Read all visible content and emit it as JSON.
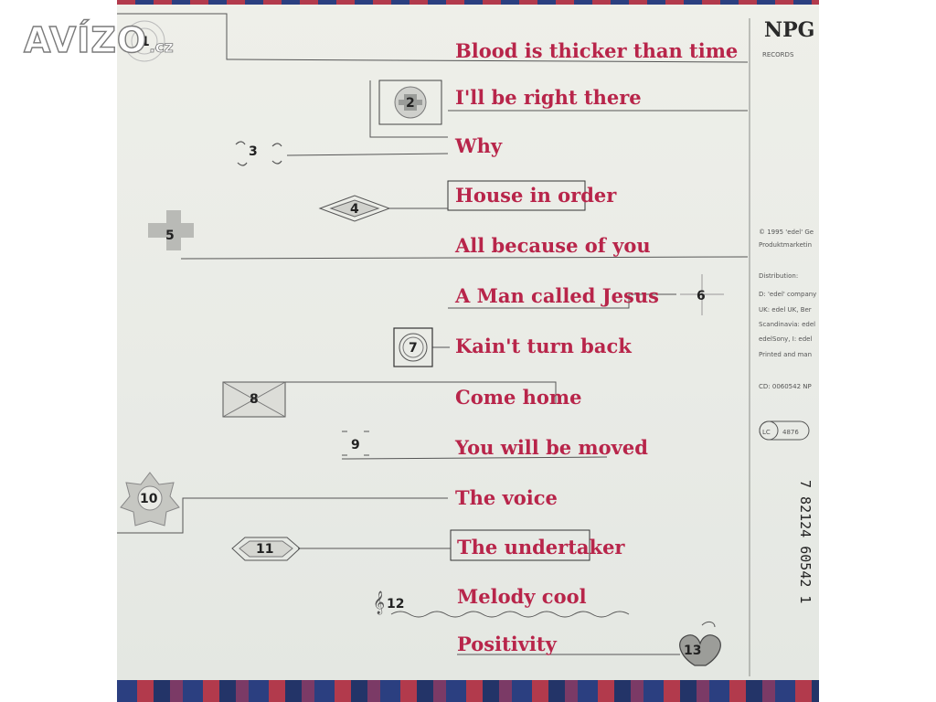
{
  "watermark": {
    "text": "AVÍZO",
    "tld": ".cz"
  },
  "label": {
    "logo": "NPG",
    "records": "RECORDS"
  },
  "tracks": [
    {
      "number": "1",
      "title": "Blood is thicker than time"
    },
    {
      "number": "2",
      "title": "I'll be right there"
    },
    {
      "number": "3",
      "title": "Why"
    },
    {
      "number": "4",
      "title": "House in order"
    },
    {
      "number": "5",
      "title": "All because of you"
    },
    {
      "number": "6",
      "title": "A Man called Jesus"
    },
    {
      "number": "7",
      "title": "Kain't turn back"
    },
    {
      "number": "8",
      "title": "Come home"
    },
    {
      "number": "9",
      "title": "You will be moved"
    },
    {
      "number": "10",
      "title": "The voice"
    },
    {
      "number": "11",
      "title": "The undertaker"
    },
    {
      "number": "12",
      "title": "Melody cool"
    },
    {
      "number": "13",
      "title": "Positivity"
    }
  ],
  "spine_text": [
    "© 1995 'edel' Ge",
    "Produktmarketin",
    "Distribution:",
    "D: 'edel' company",
    "UK: edel UK, Ber",
    "Scandinavia: edel",
    "edelSony, I: edel",
    "Printed and man",
    "CD: 0060542 NP",
    "LC",
    "4876"
  ],
  "barcode": {
    "text": "7 82124 60542 1"
  }
}
